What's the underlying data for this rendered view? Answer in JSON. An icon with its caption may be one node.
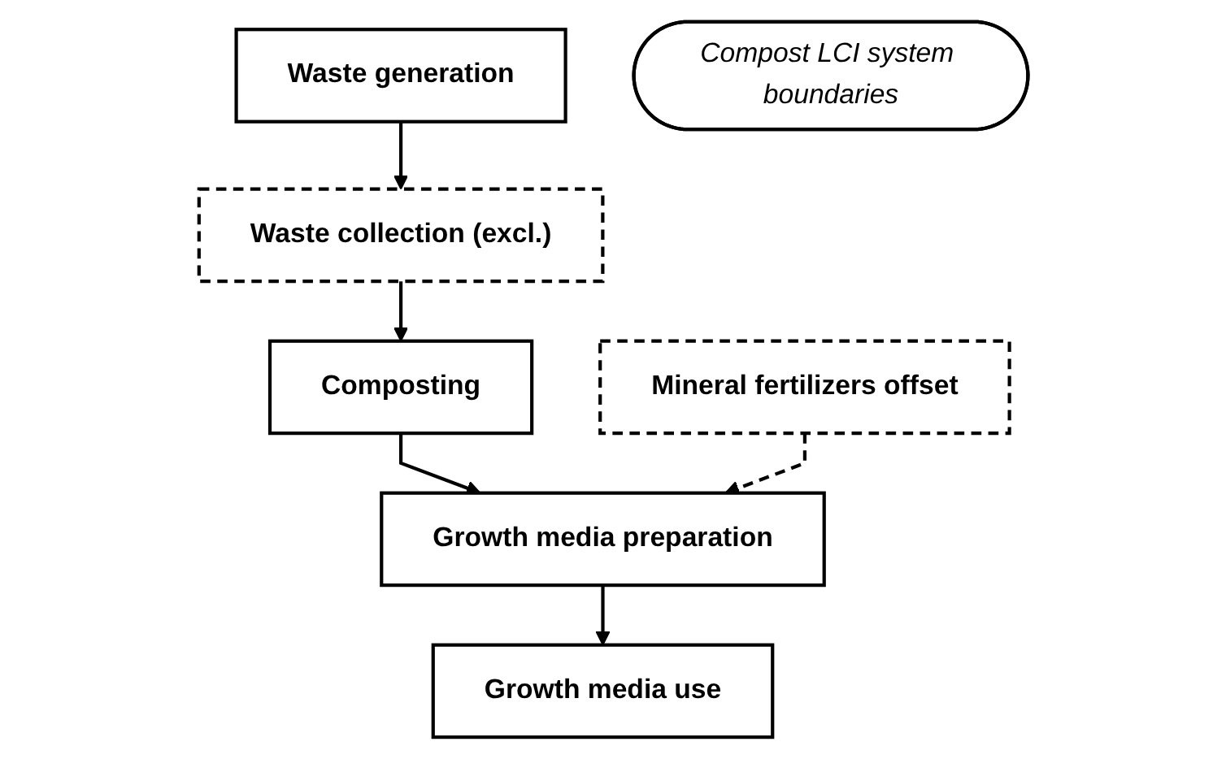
{
  "diagram": {
    "nodes": [
      {
        "text": [
          "Waste generation"
        ]
      },
      {
        "text": [
          "Waste collection (excl.)"
        ]
      },
      {
        "text": [
          "Composting"
        ]
      },
      {
        "text": [
          "Growth media preparation"
        ]
      },
      {
        "text": [
          "Growth media use"
        ]
      },
      {
        "text": [
          "Mineral fertilizers offset"
        ]
      },
      {
        "text": [
          "Compost LCI system boundaries"
        ]
      }
    ],
    "edges": [
      {
        "from": 0,
        "to": 1,
        "arrow": "to"
      },
      {
        "from": 1,
        "to": 2,
        "arrow": "to"
      },
      {
        "from": 2,
        "to": 3,
        "arrow": "to"
      },
      {
        "from": 3,
        "to": 4,
        "arrow": "to"
      },
      {
        "from": 5,
        "to": 3,
        "arrow": "to",
        "style": "dashed"
      }
    ]
  }
}
